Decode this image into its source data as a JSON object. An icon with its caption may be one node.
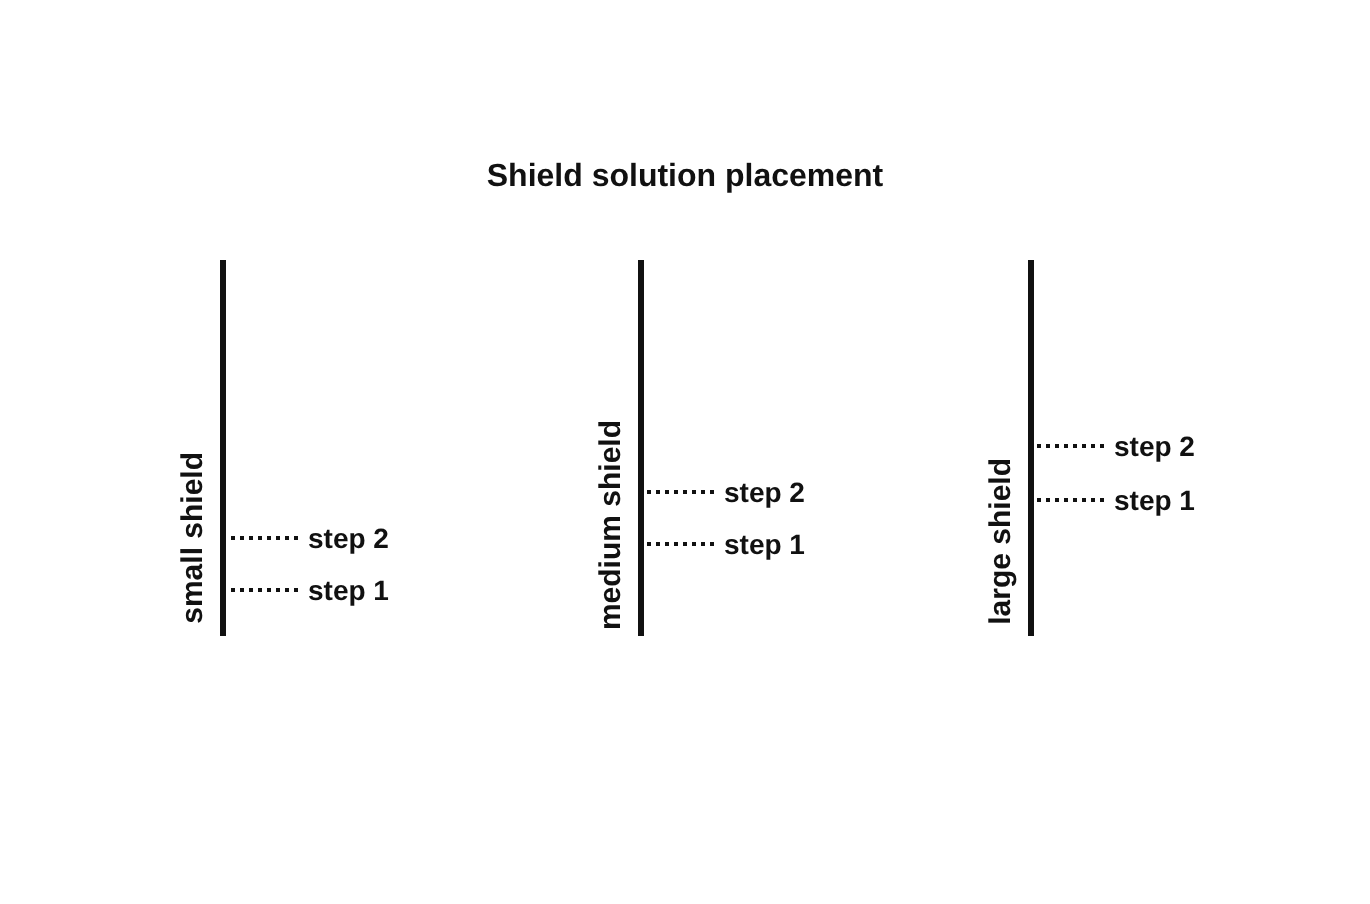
{
  "diagram": {
    "title": "Shield solution placement",
    "nodes": [
      {
        "text": [
          "small shield"
        ]
      },
      {
        "text": [
          "step 2"
        ]
      },
      {
        "text": [
          "step 1"
        ]
      },
      {
        "text": [
          "medium shield"
        ]
      },
      {
        "text": [
          "step 2"
        ]
      },
      {
        "text": [
          "step 1"
        ]
      },
      {
        "text": [
          "large shield"
        ]
      },
      {
        "text": [
          "step 2"
        ]
      },
      {
        "text": [
          "step 1"
        ]
      }
    ],
    "edges": [
      {
        "from": 1,
        "to": 0,
        "arrow": "none",
        "style": "dashed"
      },
      {
        "from": 2,
        "to": 0,
        "arrow": "none",
        "style": "dashed"
      },
      {
        "from": 4,
        "to": 3,
        "arrow": "none",
        "style": "dashed"
      },
      {
        "from": 5,
        "to": 3,
        "arrow": "none",
        "style": "dashed"
      },
      {
        "from": 7,
        "to": 6,
        "arrow": "none",
        "style": "dashed"
      },
      {
        "from": 8,
        "to": 6,
        "arrow": "none",
        "style": "dashed"
      }
    ]
  }
}
